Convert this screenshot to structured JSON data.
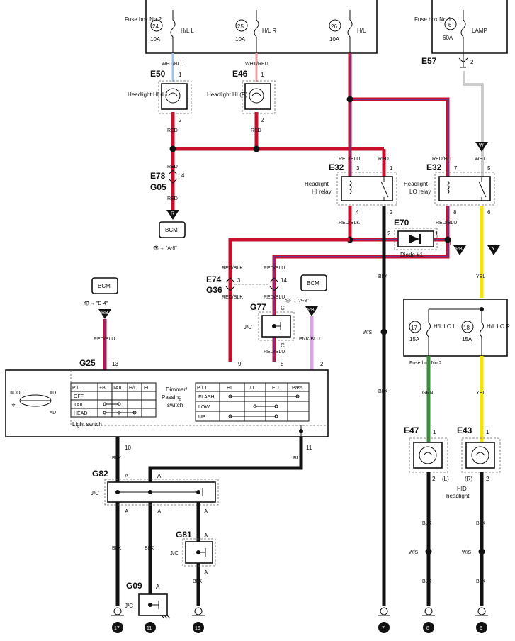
{
  "fuse_box_no2": "Fuse box No.2",
  "fuse_box_no1": "Fuse box No.1",
  "fuses_top": [
    {
      "num": "24",
      "amp": "10A",
      "name": "H/L L"
    },
    {
      "num": "25",
      "amp": "10A",
      "name": "H/L R"
    },
    {
      "num": "26",
      "amp": "10A",
      "name": "H/L"
    }
  ],
  "fuse_lamp": {
    "num": "6",
    "amp": "60A",
    "name": "LAMP"
  },
  "fuses_lo": [
    {
      "num": "17",
      "amp": "15A",
      "name": "H/L LO L"
    },
    {
      "num": "18",
      "amp": "15A",
      "name": "H/L LO R"
    }
  ],
  "fuse_box_lo": "Fuse box No.2",
  "connectors": {
    "e50": "E50",
    "e46": "E46",
    "e78": "E78",
    "g05": "G05",
    "e32a": "E32",
    "e32b": "E32",
    "e57": "E57",
    "e70": "E70",
    "e74": "E74",
    "g36": "G36",
    "g77": "G77",
    "g25": "G25",
    "g82": "G82",
    "g81": "G81",
    "g09": "G09",
    "e47": "E47",
    "e43": "E43"
  },
  "components": {
    "headlight_l": "Headlight HI (L)",
    "headlight_r": "Headlight HI (R)",
    "hi_relay": "Headlight HI relay",
    "lo_relay": "Headlight LO relay",
    "diode": "Diode #1",
    "dimmer": "Dimmer/ Passing switch",
    "light_switch": "Light switch",
    "hid": "HID headlight",
    "hid_l": "(L)",
    "hid_r": "(R)",
    "bcm": "BCM",
    "jc": "J/C"
  },
  "references": {
    "a8": "\"A-8\"",
    "d4": "\"D-4\""
  },
  "arrows": {
    "r": "R",
    "rb": "RB",
    "w": "W",
    "y": "Y"
  },
  "wires": {
    "wht_blu": "WHT/BLU",
    "wht_red": "WHT/RED",
    "red": "RED",
    "red_blu": "RED/BLU",
    "red_blk": "RED/BLK",
    "wht": "WHT",
    "blk": "BLK",
    "yel": "YEL",
    "grn": "GRN",
    "pnk_blu": "PNK/BLU",
    "ws": "W/S"
  },
  "pins": {
    "e50_1": "1",
    "e50_2": "2",
    "e46_1": "1",
    "e46_2": "2",
    "e78_4": "4",
    "hi_3": "3",
    "hi_1": "1",
    "hi_4": "4",
    "hi_2": "2",
    "lo_7": "7",
    "lo_5": "5",
    "lo_8": "8",
    "lo_6": "6",
    "e57_2": "2",
    "d2": "2",
    "d1": "1",
    "e74_3": "3",
    "e74_14": "14",
    "g77_c1": "C",
    "g77_c2": "C",
    "g25_13": "13",
    "s9": "9",
    "s8": "8",
    "s2": "2",
    "s10": "10",
    "s11": "11",
    "g82_a1": "A",
    "g82_a2": "A",
    "g82_a3": "A",
    "g82_a4": "A",
    "g82_a5": "A",
    "g81_a1": "A",
    "g81_a2": "A",
    "g09_a": "A",
    "e47_1": "1",
    "e47_2": "2",
    "e43_1": "1",
    "e43_2": "2"
  },
  "grounds": [
    "17",
    "11",
    "16",
    "7",
    "8",
    "6"
  ],
  "light_switch_table": {
    "header": [
      "P \\ T",
      "+B",
      "TAIL",
      "H/L",
      "EL"
    ],
    "rows": [
      "OFF",
      "TAIL",
      "HEAD"
    ]
  },
  "dimmer_table": {
    "header": [
      "P \\ T",
      "HI",
      "LO",
      "ED",
      "Pass"
    ],
    "rows": [
      "FLASH",
      "LOW",
      "UP"
    ]
  }
}
